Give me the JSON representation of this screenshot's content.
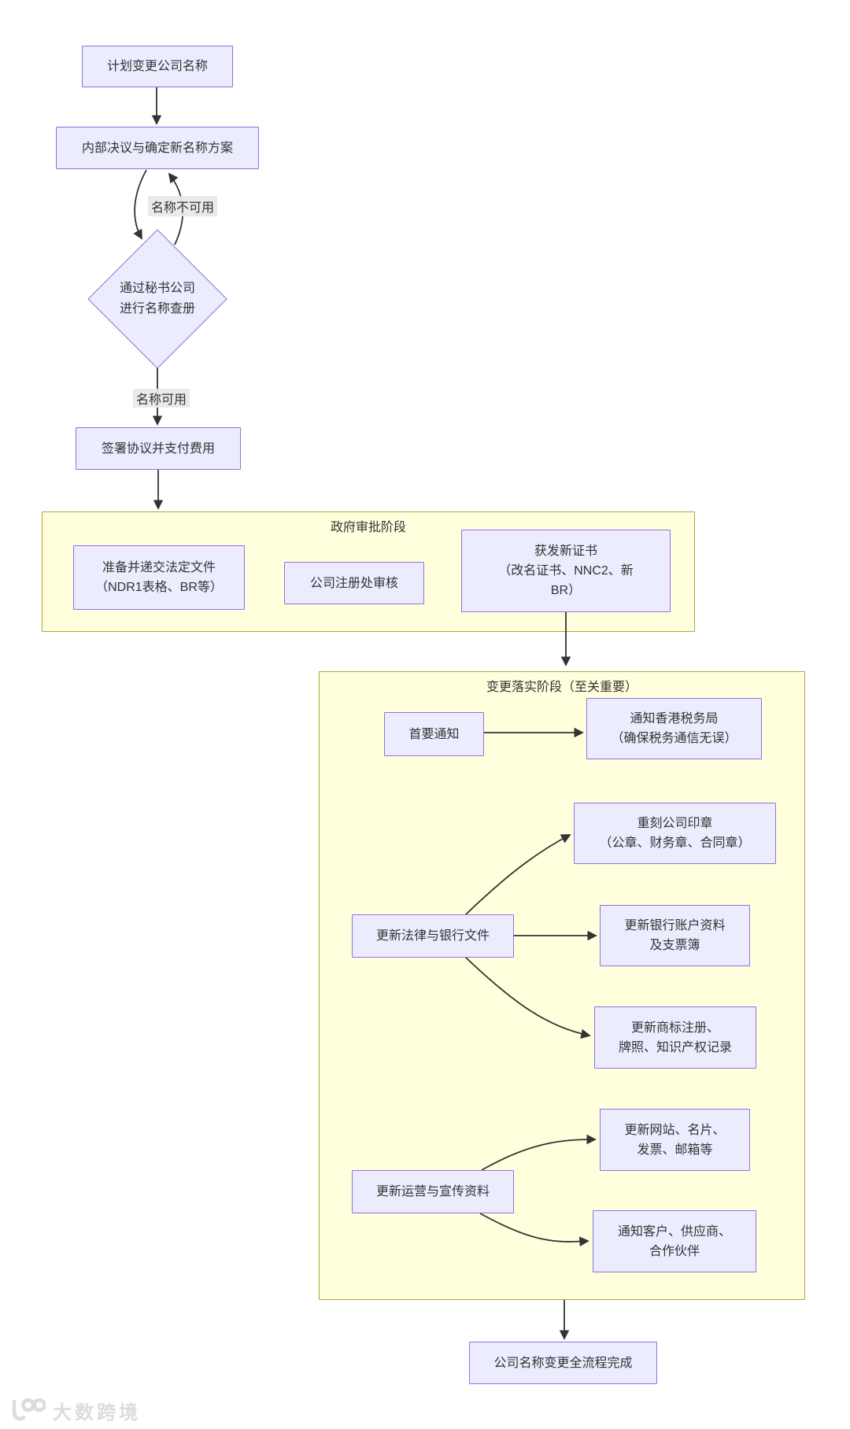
{
  "flowchart": {
    "nodes": {
      "plan": {
        "label": "计划变更公司名称"
      },
      "internal": {
        "label": "内部决议与确定新名称方案"
      },
      "search": {
        "lines": [
          "通过秘书公司",
          "进行名称查册"
        ]
      },
      "sign": {
        "label": "签署协议并支付费用"
      },
      "docs": {
        "lines": [
          "准备并递交法定文件",
          "（NDR1表格、BR等）"
        ]
      },
      "review": {
        "label": "公司注册处审核"
      },
      "cert": {
        "lines": [
          "获发新证书",
          "（改名证书、NNC2、新",
          "BR）"
        ]
      },
      "notify": {
        "label": "首要通知"
      },
      "tax": {
        "lines": [
          "通知香港税务局",
          "（确保税务通信无误）"
        ]
      },
      "legal": {
        "label": "更新法律与银行文件"
      },
      "seal": {
        "lines": [
          "重刻公司印章",
          "（公章、财务章、合同章）"
        ]
      },
      "bank": {
        "lines": [
          "更新银行账户资料",
          "及支票簿"
        ]
      },
      "ip": {
        "lines": [
          "更新商标注册、",
          "牌照、知识产权记录"
        ]
      },
      "ops": {
        "label": "更新运营与宣传资料"
      },
      "web": {
        "lines": [
          "更新网站、名片、",
          "发票、邮箱等"
        ]
      },
      "client": {
        "lines": [
          "通知客户、供应商、",
          "合作伙伴"
        ]
      },
      "final": {
        "label": "公司名称变更全流程完成"
      }
    },
    "edge_labels": {
      "unavailable": "名称不可用",
      "available": "名称可用"
    },
    "groups": {
      "gov": {
        "title": "政府审批阶段"
      },
      "impl": {
        "title": "变更落实阶段（至关重要）"
      }
    },
    "colors": {
      "node_fill": "#ECECFF",
      "node_border": "#9370DB",
      "group_fill": "#FFFFDE",
      "group_border": "#AAAA33",
      "edge": "#333333",
      "text": "#333333",
      "edge_label_bg": "#E8E8E8",
      "watermark": "#DCDCDC"
    }
  },
  "watermark": {
    "text": "大数跨境"
  }
}
